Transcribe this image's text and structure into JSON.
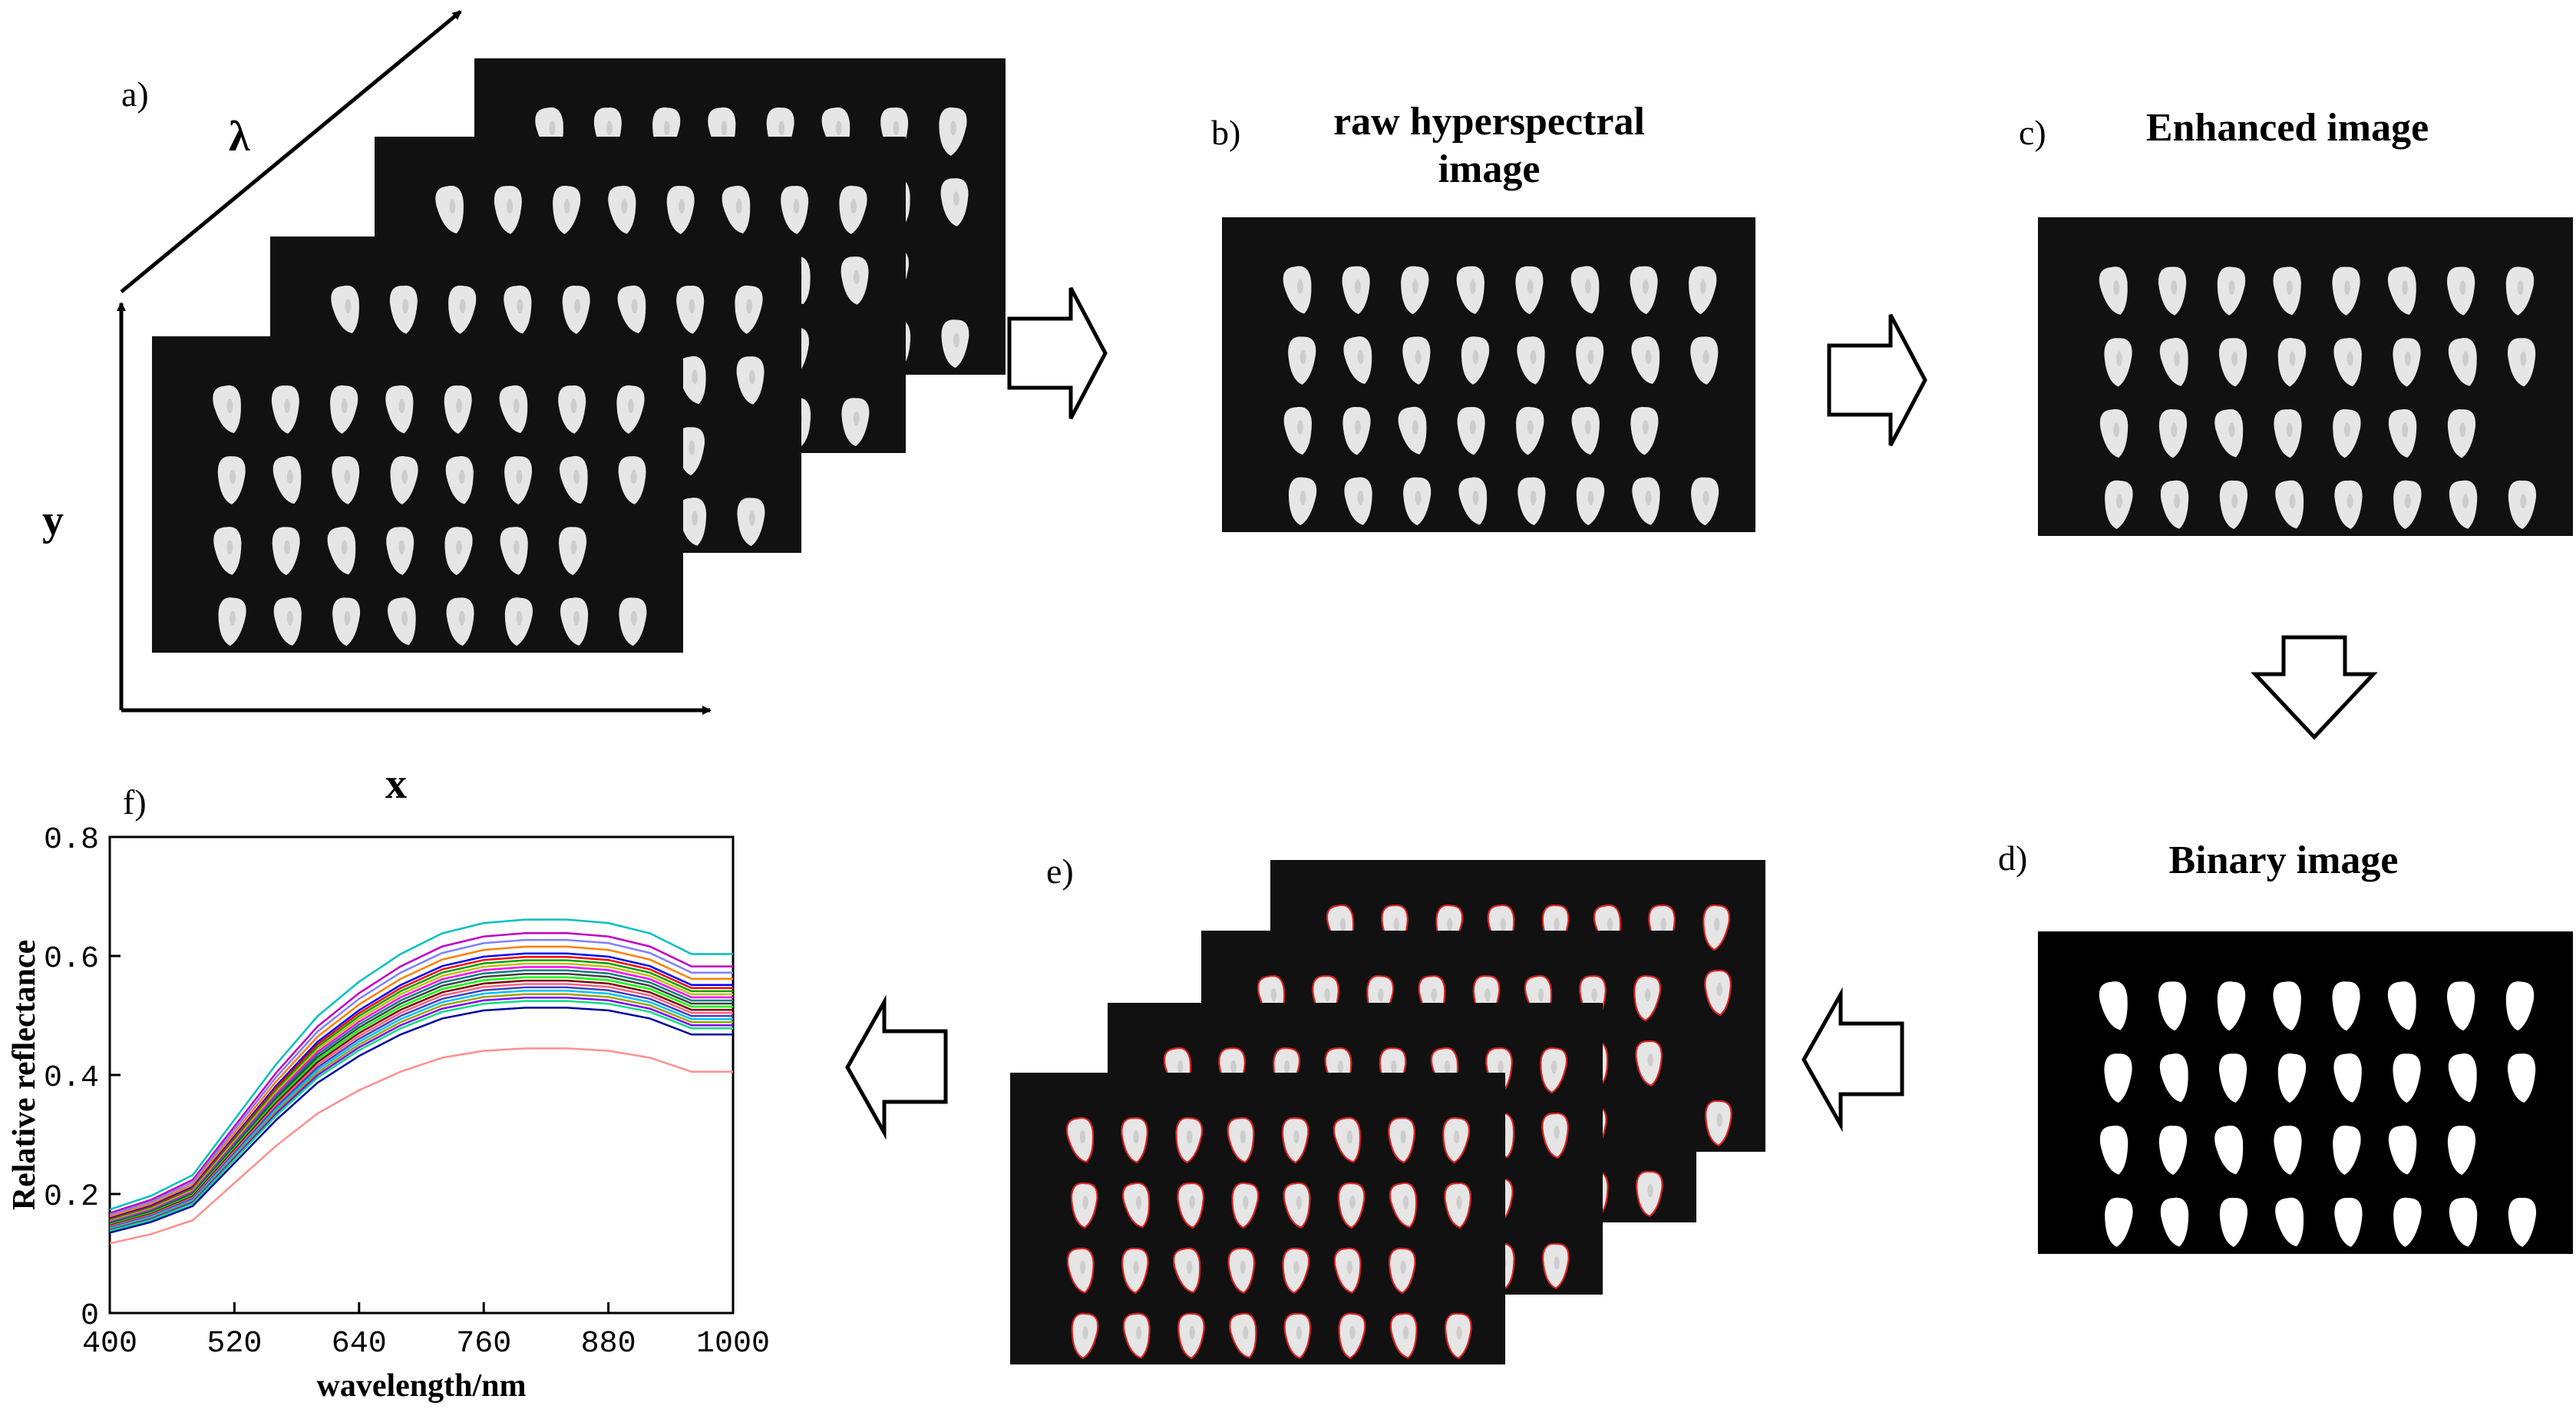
{
  "panels": {
    "a": {
      "label": "a)",
      "axis_lambda": "λ",
      "axis_y": "y",
      "axis_x": "x"
    },
    "b": {
      "label": "b)",
      "title_line1": "raw hyperspectral",
      "title_line2": "image"
    },
    "c": {
      "label": "c)",
      "title": "Enhanced image"
    },
    "d": {
      "label": "d)",
      "title": "Binary image"
    },
    "e": {
      "label": "e)"
    },
    "f": {
      "label": "f)"
    }
  },
  "colors": {
    "plate": "#111111",
    "kernel": "#e6e6e6",
    "binary_plate": "#000000",
    "binary_kernel": "#ffffff",
    "contour": "#e0201f"
  },
  "icons": [
    "arrow-right-icon",
    "arrow-down-icon",
    "arrow-left-icon"
  ],
  "chart_data": {
    "type": "line",
    "xlabel": "wavelength/nm",
    "ylabel": "Relative reflectance",
    "xlim": [
      400,
      1000
    ],
    "ylim": [
      0,
      0.8
    ],
    "xticks": [
      "400",
      "520",
      "640",
      "760",
      "880",
      "1000"
    ],
    "yticks": [
      "0",
      "0.2",
      "0.4",
      "0.6",
      "0.8"
    ],
    "grid": false,
    "x": [
      400,
      440,
      480,
      520,
      560,
      600,
      640,
      680,
      720,
      760,
      800,
      840,
      880,
      920,
      960,
      1000
    ],
    "base_curve": [
      0.15,
      0.17,
      0.2,
      0.28,
      0.36,
      0.43,
      0.48,
      0.52,
      0.55,
      0.565,
      0.57,
      0.57,
      0.565,
      0.55,
      0.52,
      0.52
    ],
    "series": [
      {
        "color": "#00c0c0",
        "scale": 1.16
      },
      {
        "color": "#c000c0",
        "scale": 1.12
      },
      {
        "color": "#8080ff",
        "scale": 1.1
      },
      {
        "color": "#ff8000",
        "scale": 1.08
      },
      {
        "color": "#0000ff",
        "scale": 1.06
      },
      {
        "color": "#ff0000",
        "scale": 1.05
      },
      {
        "color": "#00a000",
        "scale": 1.04
      },
      {
        "color": "#c0c000",
        "scale": 1.03
      },
      {
        "color": "#ff00ff",
        "scale": 1.02
      },
      {
        "color": "#008080",
        "scale": 1.01
      },
      {
        "color": "#404040",
        "scale": 1.0
      },
      {
        "color": "#00ff00",
        "scale": 0.99
      },
      {
        "color": "#800000",
        "scale": 0.98
      },
      {
        "color": "#ff6080",
        "scale": 0.97
      },
      {
        "color": "#4040c0",
        "scale": 0.96
      },
      {
        "color": "#00c0ff",
        "scale": 0.95
      },
      {
        "color": "#a0a000",
        "scale": 0.94
      },
      {
        "color": "#8000ff",
        "scale": 0.93
      },
      {
        "color": "#00e080",
        "scale": 0.92
      },
      {
        "color": "#0000a0",
        "scale": 0.9
      },
      {
        "color": "#ff9090",
        "scale": 0.78
      }
    ]
  }
}
